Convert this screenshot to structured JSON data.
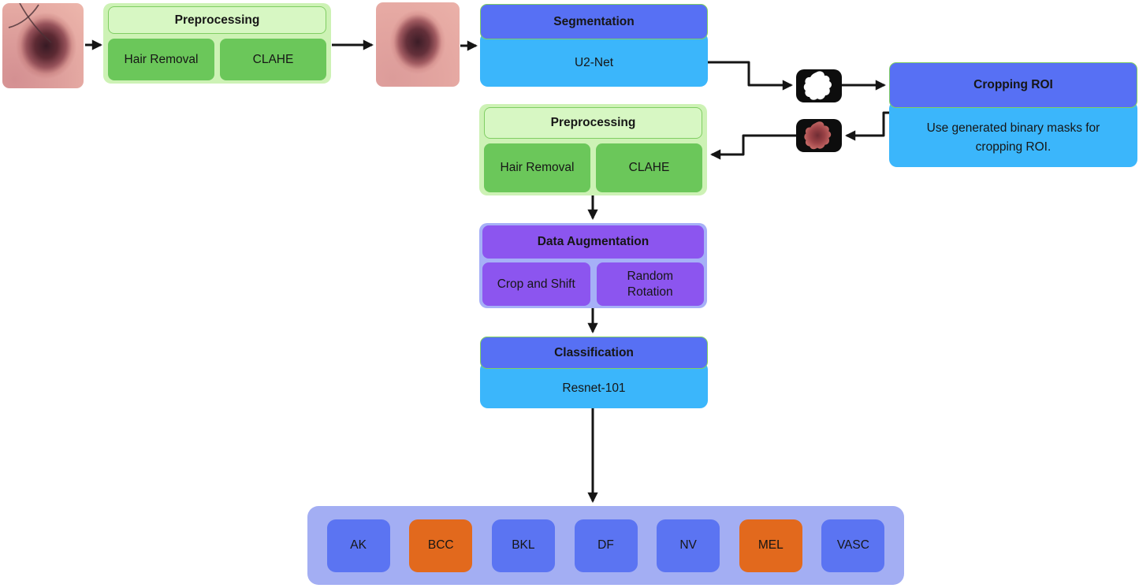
{
  "nodes": {
    "preprocessing_top": {
      "title": "Preprocessing",
      "step1": "Hair Removal",
      "step2": "CLAHE"
    },
    "segmentation": {
      "title": "Segmentation",
      "body": "U2-Net"
    },
    "cropping_roi": {
      "title": "Cropping ROI",
      "body": "Use generated binary masks for cropping ROI."
    },
    "preprocessing_roi": {
      "title": "Preprocessing",
      "step1": "Hair Removal",
      "step2": "CLAHE"
    },
    "data_augmentation": {
      "title": "Data Augmentation",
      "step1": "Crop and Shift",
      "step2": "Random Rotation"
    },
    "classification": {
      "title": "Classification",
      "body": "Resnet-101"
    },
    "output_classes": {
      "labels": [
        "AK",
        "BCC",
        "BKL",
        "DF",
        "NV",
        "MEL",
        "VASC"
      ],
      "highlighted": [
        "BCC",
        "MEL"
      ]
    }
  },
  "images": {
    "input_lesion": "skin-lesion-photo",
    "preprocessed_lesion": "skin-lesion-photo-preprocessed",
    "binary_mask": "binary-mask",
    "cropped_roi": "cropped-lesion-on-black"
  },
  "colors": {
    "green_container": "#cdf2b5",
    "green_header": "#d7f7c3",
    "green_border": "#80ce63",
    "green_step": "#6bc75a",
    "header_blue": "#5770f4",
    "body_blue": "#3bb6fb",
    "purple": "#8c55ef",
    "periwinkle": "#a6b0f7",
    "classes_bg": "#a3aef3",
    "class_blue": "#5b74f2",
    "class_orange": "#e2691d",
    "mask_bg": "#0d0d0d",
    "arrow": "#151515",
    "text": "#161616"
  }
}
